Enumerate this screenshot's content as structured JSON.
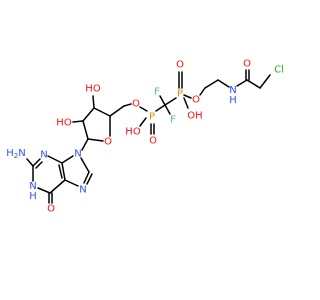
{
  "colors": {
    "carbon": "#000000",
    "O": "#ff0d0d",
    "N": "#3050f8",
    "F": "#50c878",
    "P": "#ff8000",
    "Cl": "#1fb81f",
    "background": "#ffffff"
  },
  "diagram": {
    "atoms": [
      {
        "id": "cl",
        "label": "Cl",
        "element": "Cl"
      },
      {
        "id": "o_carbonyl",
        "label": "O",
        "element": "O"
      },
      {
        "id": "nh_amide",
        "label": "N",
        "sub": "H",
        "element": "N"
      },
      {
        "id": "o_ester2",
        "label": "O",
        "element": "O"
      },
      {
        "id": "p2",
        "label": "P",
        "element": "P"
      },
      {
        "id": "o_p2_double",
        "label": "O",
        "element": "O"
      },
      {
        "id": "oh_p2",
        "label": "OH",
        "element": "O"
      },
      {
        "id": "f1",
        "label": "F",
        "element": "F"
      },
      {
        "id": "f2",
        "label": "F",
        "element": "F"
      },
      {
        "id": "p1",
        "label": "P",
        "element": "P"
      },
      {
        "id": "o_p1_double",
        "label": "O",
        "element": "O"
      },
      {
        "id": "oh_p1",
        "label": "HO",
        "element": "O"
      },
      {
        "id": "o_ester1",
        "label": "O",
        "element": "O"
      },
      {
        "id": "oh_ring_upper",
        "label": "HO",
        "element": "O"
      },
      {
        "id": "oh_ring_lower",
        "label": "HO",
        "element": "O"
      },
      {
        "id": "o_ring",
        "label": "O",
        "element": "O"
      },
      {
        "id": "n9",
        "label": "N",
        "element": "N"
      },
      {
        "id": "n7",
        "label": "N",
        "element": "N"
      },
      {
        "id": "n3",
        "label": "N",
        "element": "N"
      },
      {
        "id": "nh1",
        "label": "N",
        "sub": "H",
        "element": "N"
      },
      {
        "id": "nh2",
        "label": "H",
        "sub": "2",
        "tail": "N",
        "element": "N"
      },
      {
        "id": "o6",
        "label": "O",
        "element": "O"
      }
    ]
  }
}
